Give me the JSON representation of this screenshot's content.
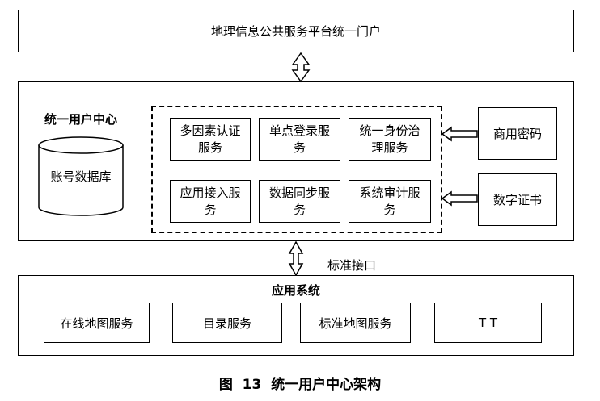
{
  "portal": {
    "title": "地理信息公共服务平台统一门户"
  },
  "user_center": {
    "title": "统一用户中心",
    "account_db": "账号数据库",
    "services": [
      {
        "label": "多因素认证服务"
      },
      {
        "label": "单点登录服务"
      },
      {
        "label": "统一身份治理服务"
      },
      {
        "label": "应用接入服务"
      },
      {
        "label": "数据同步服务"
      },
      {
        "label": "系统审计服务"
      }
    ],
    "externals": [
      {
        "label": "商用密码"
      },
      {
        "label": "数字证书"
      }
    ]
  },
  "interface_label": "标准接口",
  "app_system": {
    "title": "应用系统",
    "items": [
      {
        "label": "在线地图服务"
      },
      {
        "label": "目录服务"
      },
      {
        "label": "标准地图服务"
      },
      {
        "label": "T T"
      }
    ]
  },
  "caption": "图  13  统一用户中心架构"
}
